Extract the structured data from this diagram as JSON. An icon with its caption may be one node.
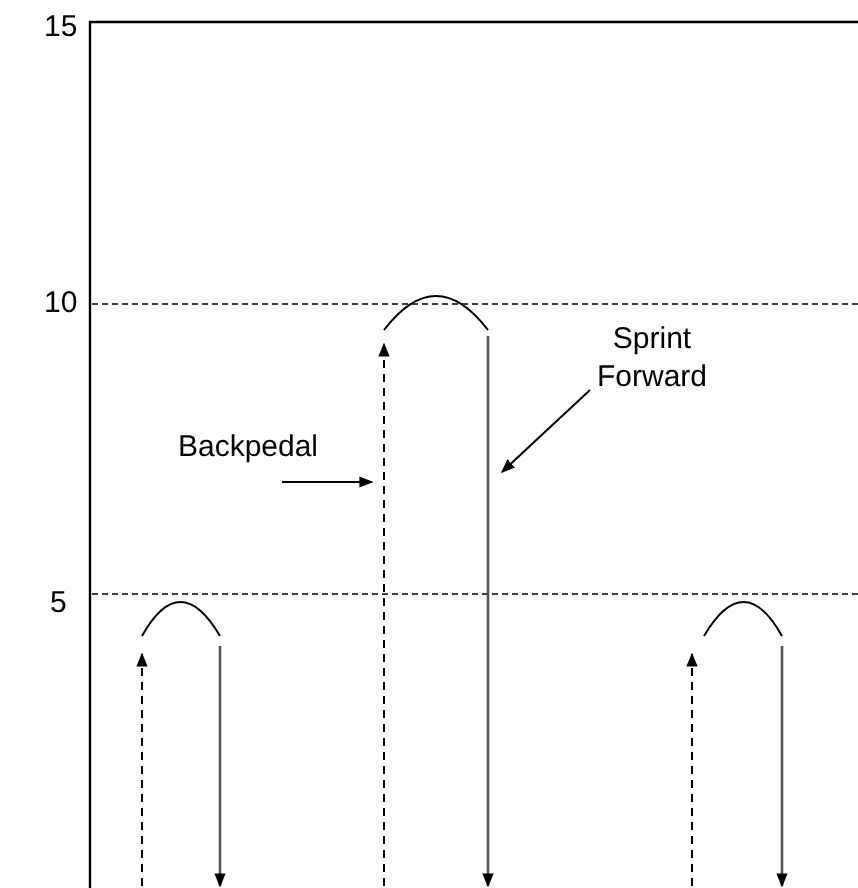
{
  "diagram": {
    "nodes": [
      {
        "text": [
          "Backpedal"
        ]
      },
      {
        "text": [
          "Sprint Forward"
        ]
      }
    ],
    "edges": [
      {
        "from": 0,
        "to": null,
        "arrow": "to"
      },
      {
        "from": 1,
        "to": null,
        "arrow": "to"
      }
    ],
    "labels": [
      "15",
      "10",
      "5"
    ]
  }
}
